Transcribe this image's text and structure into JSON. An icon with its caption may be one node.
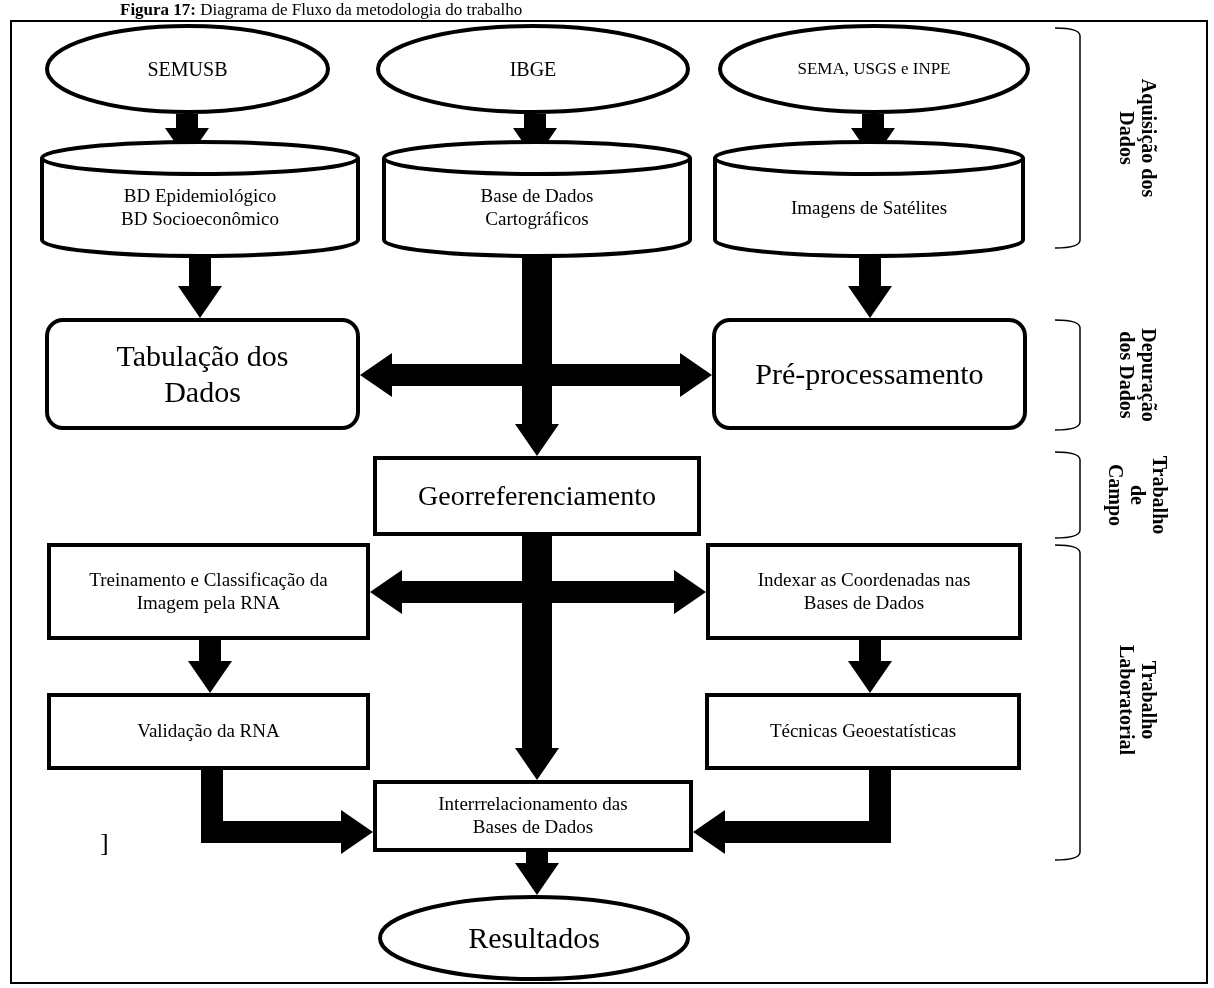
{
  "diagram": {
    "title": "**Figura 17:** Diagrama de Fluxo da metodologia do trabalho",
    "nodes": [
      {
        "text": [
          "SEMUSB"
        ]
      },
      {
        "text": [
          "IBGE"
        ]
      },
      {
        "text": [
          "SEMA, USGS e INPE"
        ]
      },
      {
        "text": [
          "BD Epidemiológico BD Socioeconômico"
        ]
      },
      {
        "text": [
          "Base de Dados Cartográficos"
        ]
      },
      {
        "text": [
          "Imagens de Satélites"
        ]
      },
      {
        "text": [
          "Tabulação dos Dados"
        ]
      },
      {
        "text": [
          "Pré-processamento"
        ]
      },
      {
        "text": [
          "Georreferenciamento"
        ]
      },
      {
        "text": [
          "Treinamento e Classificação da Imagem pela RNA"
        ]
      },
      {
        "text": [
          "Indexar as Coordenadas nas Bases de Dados"
        ]
      },
      {
        "text": [
          "Validação da RNA"
        ]
      },
      {
        "text": [
          "Técnicas Geoestatísticas"
        ]
      },
      {
        "text": [
          "Interrrelacionamento das Bases de Dados"
        ]
      },
      {
        "text": [
          "Resultados"
        ]
      }
    ],
    "edges": [
      {
        "from": 0,
        "to": 3,
        "arrow": "to"
      },
      {
        "from": 1,
        "to": 4,
        "arrow": "to"
      },
      {
        "from": 2,
        "to": 5,
        "arrow": "to"
      },
      {
        "from": 3,
        "to": 6,
        "arrow": "to"
      },
      {
        "from": 4,
        "to": 6,
        "arrow": "to"
      },
      {
        "from": 4,
        "to": 7,
        "arrow": "to"
      },
      {
        "from": 4,
        "to": 8,
        "arrow": "to"
      },
      {
        "from": 5,
        "to": 7,
        "arrow": "to"
      },
      {
        "from": 8,
        "to": 9,
        "arrow": "to"
      },
      {
        "from": 8,
        "to": 10,
        "arrow": "to"
      },
      {
        "from": 8,
        "to": 13,
        "arrow": "to"
      },
      {
        "from": 9,
        "to": 11,
        "arrow": "to"
      },
      {
        "from": 10,
        "to": 12,
        "arrow": "to"
      },
      {
        "from": 11,
        "to": 13,
        "arrow": "to"
      },
      {
        "from": 12,
        "to": 13,
        "arrow": "to"
      },
      {
        "from": 13,
        "to": 14,
        "arrow": "to"
      }
    ],
    "labels": [
      "Aquisição dos Dados",
      "Depuração dos Dados",
      "Trabalho de Campo",
      "Trabalho Laboratorial",
      "]"
    ]
  }
}
